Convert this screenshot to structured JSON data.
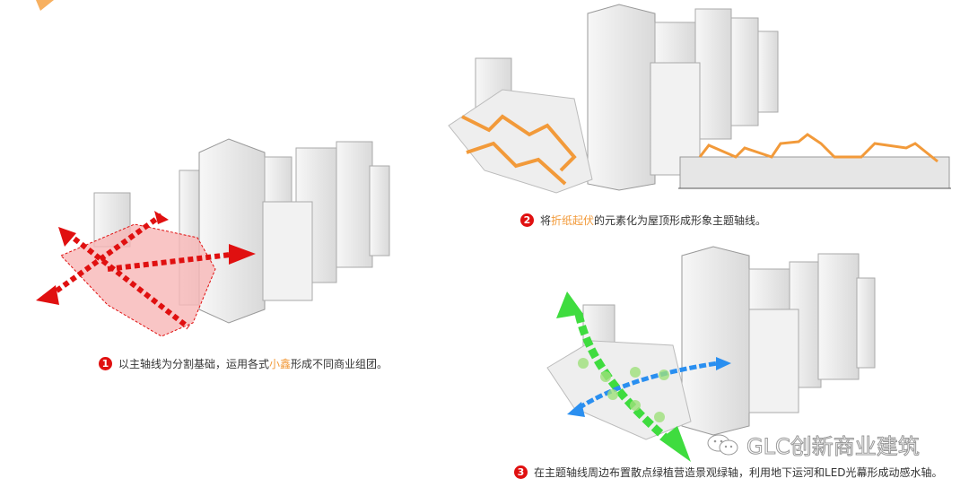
{
  "captions": [
    {
      "num": "1",
      "pre": "以主轴线为分割基础，运用各式",
      "hl": "小鑫",
      "post": "形成不同商业组团。"
    },
    {
      "num": "2",
      "pre": "将",
      "hl": "折纸起伏",
      "post": "的元素化为屋顶形成形象主题轴线。"
    },
    {
      "num": "3",
      "pre": "在主题轴线周边布置散点绿植营造景观绿轴，利用地下运河和LED光幕形成动感水轴。",
      "hl": "",
      "post": ""
    }
  ],
  "watermark": "GLC创新商业建筑",
  "colors": {
    "red": "#e01010",
    "orange": "#f29a3a",
    "green": "#3fdc3f",
    "blue": "#2a8ff0"
  }
}
